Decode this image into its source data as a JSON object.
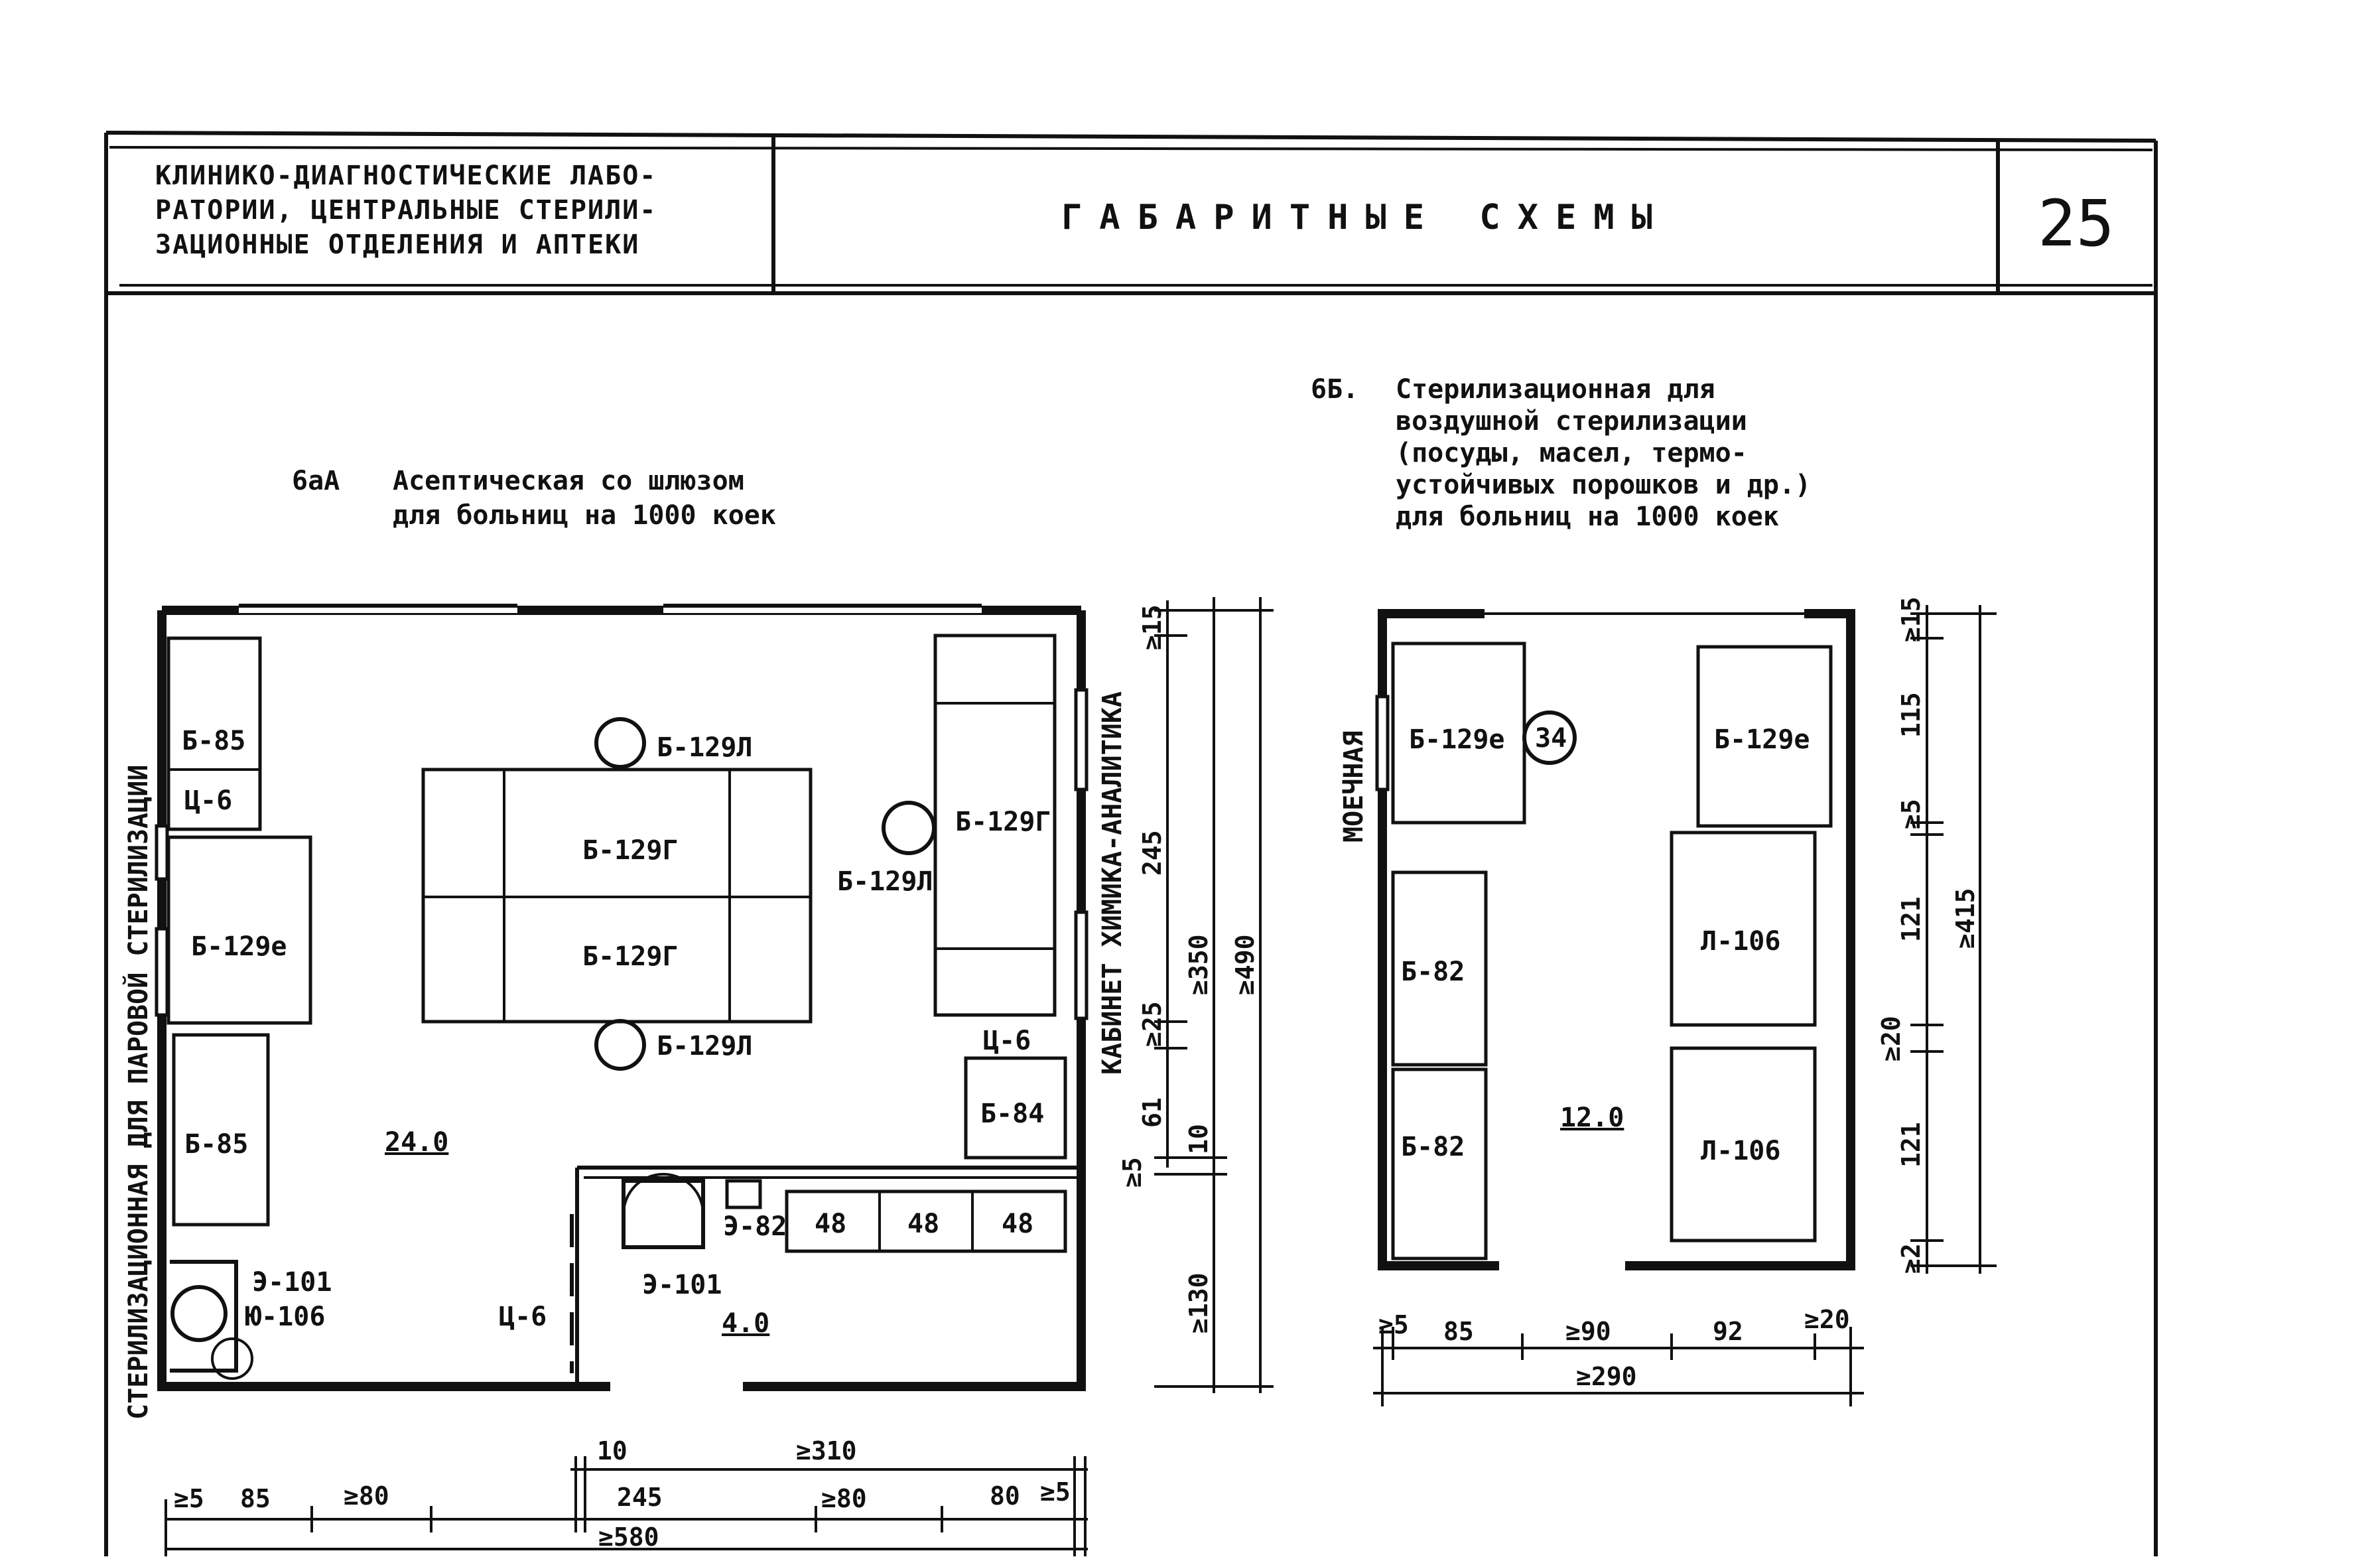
{
  "header": {
    "left_title_lines": [
      "КЛИНИКО-ДИАГНОСТИЧЕСКИЕ ЛАБО-",
      "РАТОРИИ, ЦЕНТРАЛЬНЫЕ СТЕРИЛИ-",
      "ЗАЦИОННЫЕ ОТДЕЛЕНИЯ И АПТЕКИ"
    ],
    "center_title": "ГАБАРИТНЫЕ СХЕМЫ",
    "page_number": "25"
  },
  "plan_a": {
    "number": "6аА",
    "caption_lines": [
      "Асептическая со шлюзом",
      "для больниц на 1000 коек"
    ],
    "left_side_label": "СТЕРИЛИЗАЦИОННАЯ ДЛЯ ПАРОВОЙ СТЕРИЛИЗАЦИИ",
    "right_side_label": "КАБИНЕТ ХИМИКА-АНАЛИТИКА",
    "equipment": {
      "b85_top": "Б-85",
      "c6_top": "Ц-6",
      "b129e": "Б-129е",
      "b85_bottom": "Б-85",
      "e101_left": "Э-101",
      "yu106": "Ю-106",
      "b129l_top": "Б-129Л",
      "b129g_1": "Б-129Г",
      "b129g_2": "Б-129Г",
      "b129l_bottom": "Б-129Л",
      "b129l_right": "Б-129Л",
      "b129g_right": "Б-129Г",
      "c6_right": "Ц-6",
      "b84": "Б-84",
      "e101_lock": "Э-101",
      "e82": "Э-82",
      "n48_1": "48",
      "n48_2": "48",
      "n48_3": "48",
      "c6_lock": "Ц-6"
    },
    "areas": {
      "main": "24.0",
      "lock": "4.0"
    },
    "dims_bottom": {
      "d5": "≥5",
      "d85": "85",
      "d80a": "≥80",
      "d10": "10",
      "d245": "245",
      "d310": "≥310",
      "d80b": "≥80",
      "d80c": "80",
      "d5b": "≥5",
      "d580": "≥580"
    },
    "dims_right": {
      "d15": "≥15",
      "d245": "245",
      "d25": "≥25",
      "d61": "61",
      "d5": "≥5",
      "d10": "10",
      "d350": "≥350",
      "d490": "≥490",
      "d130": "≥130"
    }
  },
  "plan_b": {
    "number": "6Б.",
    "caption_lines": [
      "Стерилизационная для",
      "воздушной стерилизации",
      "(посуды, масел, термо-",
      "устойчивых порошков и др.)",
      "для больниц на 1000 коек"
    ],
    "left_side_label": "МОЕЧНАЯ",
    "equipment": {
      "b129e_left": "Б-129е",
      "c34": "34",
      "b129e_right": "Б-129е",
      "b82_top": "Б-82",
      "b82_bottom": "Б-82",
      "l106_top": "Л-106",
      "l106_bottom": "Л-106"
    },
    "areas": {
      "main": "12.0"
    },
    "dims_bottom": {
      "d5": "≥5",
      "d85": "85",
      "d90": "≥90",
      "d92": "92",
      "d20": "≥20",
      "d290": "≥290"
    },
    "dims_right": {
      "d15": "≥15",
      "d115": "115",
      "d5": "≥5",
      "d121a": "121",
      "d415": "≥415",
      "d20": "≥20",
      "d121b": "121",
      "d2": "≥2"
    }
  }
}
